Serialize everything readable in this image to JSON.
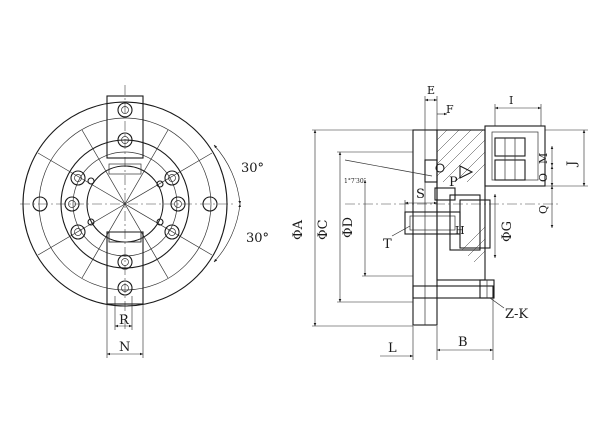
{
  "front_view": {
    "angle_upper": "30°",
    "angle_lower": "30°",
    "dim_R": "R",
    "dim_N": "N"
  },
  "side_view": {
    "E": "E",
    "F": "F",
    "I": "I",
    "J": "J",
    "M": "M",
    "O": "O",
    "Q": "Q",
    "P": "P",
    "S": "S",
    "H": "H",
    "T": "T",
    "phiA": "ΦA",
    "phiC": "ΦC",
    "phiD": "ΦD",
    "phiG": "ΦG",
    "ZK": "Z-K",
    "L": "L",
    "B": "B",
    "taper_note": "1°7′30″"
  }
}
